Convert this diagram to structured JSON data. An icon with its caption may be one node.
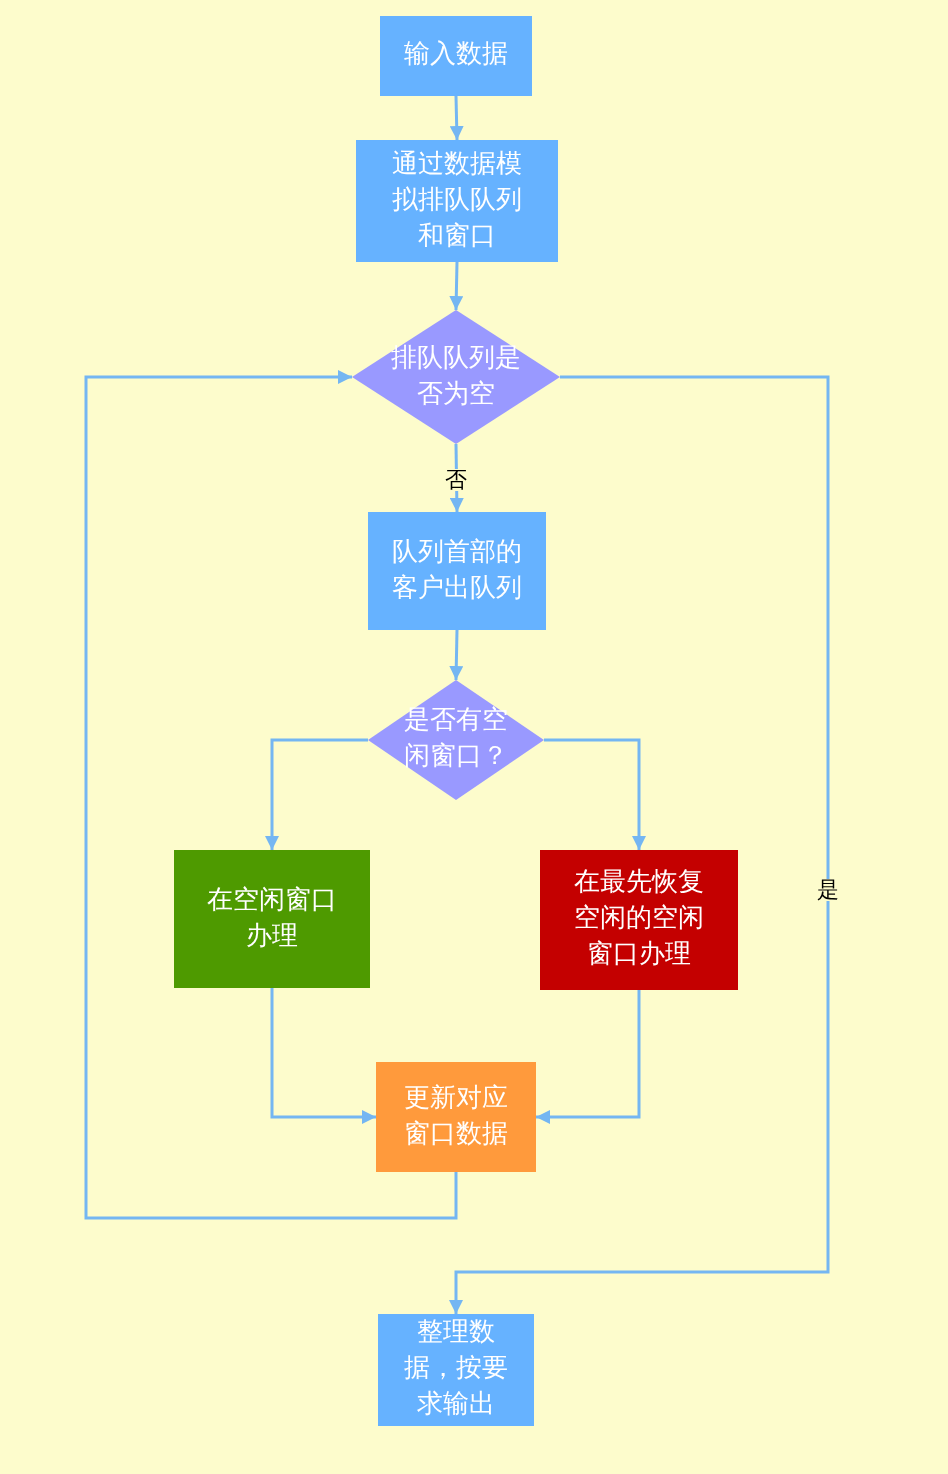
{
  "diagram": {
    "nodes": [
      {
        "text": [
          "输入数据"
        ]
      },
      {
        "text": [
          "通过数据模拟排队队列和窗口"
        ]
      },
      {
        "text": [
          "排队队列是否为空"
        ]
      },
      {
        "text": [
          "队列首部的客户出队列"
        ]
      },
      {
        "text": [
          "是否有空闲窗口？"
        ]
      },
      {
        "text": [
          "在空闲窗口办理"
        ]
      },
      {
        "text": [
          "在最先恢复空闲的空闲窗口办理"
        ]
      },
      {
        "text": [
          "更新对应窗口数据"
        ]
      },
      {
        "text": [
          "整理数据，按要求输出"
        ]
      }
    ],
    "edges": [
      {
        "from": 0,
        "to": 1,
        "arrow": "to"
      },
      {
        "from": 1,
        "to": 2,
        "arrow": "to"
      },
      {
        "from": 2,
        "to": 3,
        "arrow": "to",
        "label": "否"
      },
      {
        "from": 3,
        "to": 4,
        "arrow": "to"
      },
      {
        "from": 4,
        "to": 5,
        "arrow": "to"
      },
      {
        "from": 4,
        "to": 6,
        "arrow": "to"
      },
      {
        "from": 5,
        "to": 7,
        "arrow": "to"
      },
      {
        "from": 6,
        "to": 7,
        "arrow": "to"
      },
      {
        "from": 7,
        "to": 2,
        "arrow": "to"
      },
      {
        "from": 2,
        "to": 8,
        "arrow": "to",
        "label": "是"
      }
    ]
  }
}
